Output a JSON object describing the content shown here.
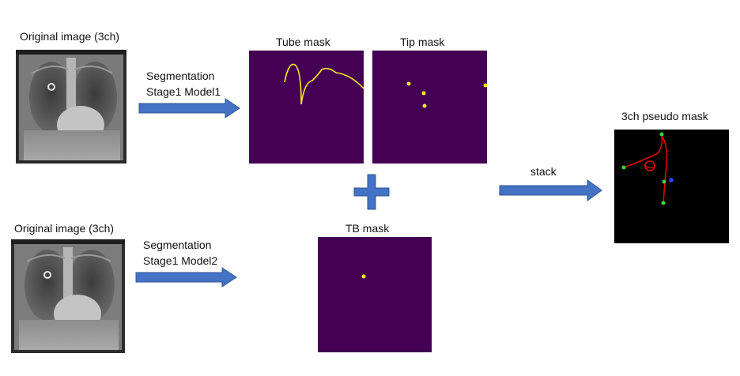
{
  "top_row": {
    "input_label": "Original image (3ch)",
    "arrow_label_line1": "Segmentation",
    "arrow_label_line2": "Stage1 Model1",
    "tube_mask_label": "Tube mask",
    "tip_mask_label": "Tip mask"
  },
  "bottom_row": {
    "input_label": "Original image (3ch)",
    "arrow_label_line1": "Segmentation",
    "arrow_label_line2": "Stage1 Model2",
    "tb_mask_label": "TB mask"
  },
  "combine": {
    "plus_icon": "plus-icon",
    "stack_label": "stack"
  },
  "output": {
    "label": "3ch pseudo mask"
  },
  "colors": {
    "arrow_blue": "#4472c4",
    "arrow_border": "#2f5597",
    "mask_background": "#440154",
    "mask_yellow": "#fde725",
    "pseudo_background": "#000000",
    "pseudo_red": "#e00000",
    "pseudo_green": "#33dd33",
    "pseudo_blue": "#3344ff"
  }
}
